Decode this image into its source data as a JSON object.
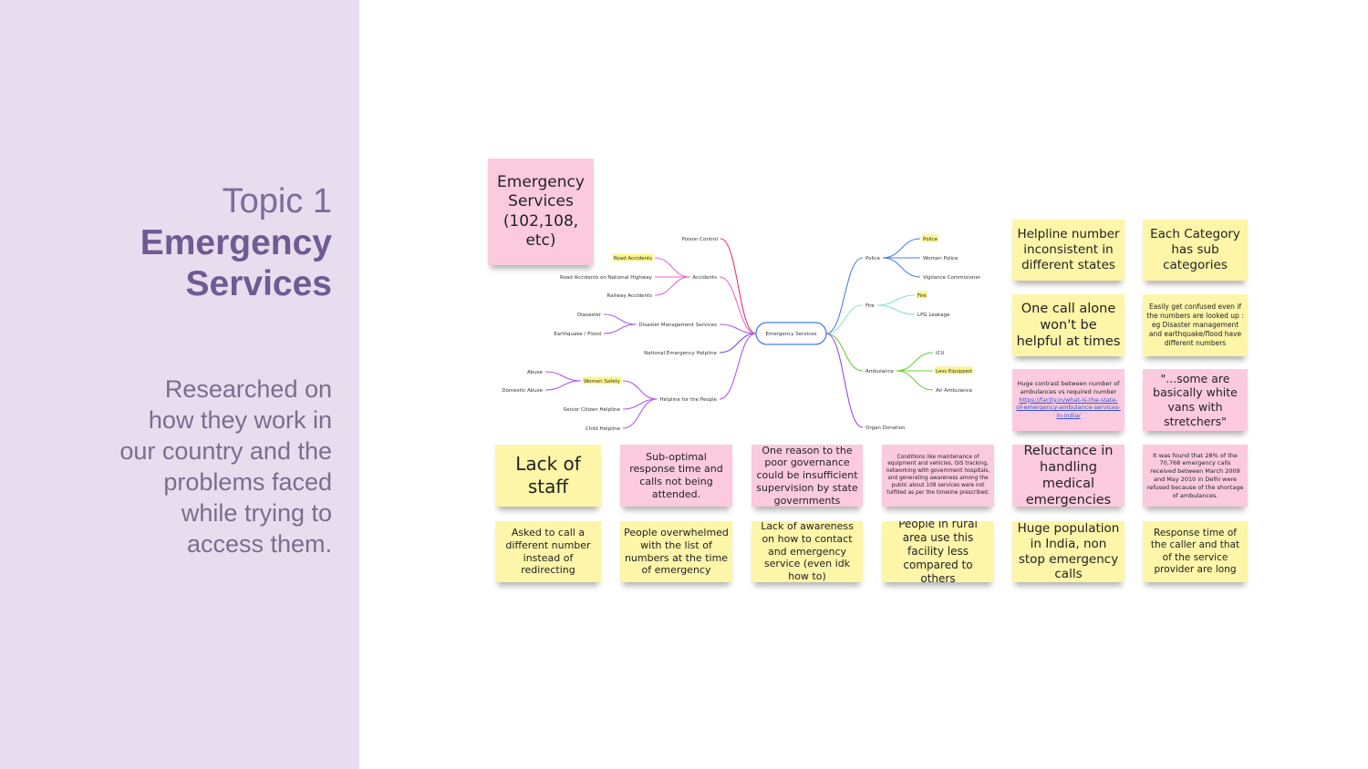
{
  "slide": {
    "topic": "Topic 1",
    "title": "Emergency Services",
    "description": "Researched on how they work in our country and the problems faced while trying to access them."
  },
  "header_note": "Emergency Services (102,108, etc)",
  "mindmap": {
    "center": "Emergency Services",
    "nodes": [
      {
        "label": "Poison Control"
      },
      {
        "label": "Accidents"
      },
      {
        "label": "Road Accidents",
        "highlight": true
      },
      {
        "label": "Road Accidents on National Highway"
      },
      {
        "label": "Railway Accidents"
      },
      {
        "label": "Disaster Management Services"
      },
      {
        "label": "Diasaster"
      },
      {
        "label": "Earthquake / Flood"
      },
      {
        "label": "National Emergency Helpline"
      },
      {
        "label": "Helpline for the People"
      },
      {
        "label": "Women Safety",
        "highlight": true
      },
      {
        "label": "Abuse"
      },
      {
        "label": "Domestic Abuse"
      },
      {
        "label": "Senior Citizen Helpline"
      },
      {
        "label": "Child Helpline"
      },
      {
        "label": "Police"
      },
      {
        "label": "Police",
        "highlight": true
      },
      {
        "label": "Women Police"
      },
      {
        "label": "Vigilance Commisioner"
      },
      {
        "label": "Fire"
      },
      {
        "label": "Fire",
        "highlight": true
      },
      {
        "label": "LPG Leakage"
      },
      {
        "label": "Ambulance"
      },
      {
        "label": "ICU"
      },
      {
        "label": "Less Equipped",
        "highlight": true
      },
      {
        "label": "Air Ambulance"
      },
      {
        "label": "Organ Donation"
      }
    ],
    "colors": {
      "poison": "#e8346e",
      "accidents": "#e56ad8",
      "disaster": "#b25ee6",
      "national": "#7443e0",
      "helpline": "#b457ea",
      "police": "#4a7ee8",
      "fire": "#84e3d3",
      "ambulance": "#6fcf3c",
      "organ": "#9a4de0",
      "highlight": "#fbf68a"
    }
  },
  "notes": {
    "r1": [
      "Lack of staff",
      "Sub-optimal response time and calls not being attended.",
      "One reason to the poor governance could be insufficient supervision by state governments",
      "Conditions like maintenance of equipment and vehicles, GIS tracking, networking with government hospitals, and generating awareness among the public about 108 services were not fulfilled as per the timeline prescribed.",
      "Reluctance in handling medical emergencies",
      "It was found that 28% of the 70,768 emergency calls received between March 2009 and May 2010 in Delhi were refused because of the shortage of ambulances."
    ],
    "r2": [
      "Asked to call a different number instead of redirecting",
      "People overwhelmed with the list of numbers at the time of emergency",
      "Lack of awareness on how to contact and emergency service (even idk how to)",
      "People in rural area use this facility less compared to others",
      "Huge population in India, non stop emergency calls",
      "Response time of the caller and that of the service provider are long"
    ],
    "right": [
      "Helpline number inconsistent in different states",
      "Each Category has sub categories",
      "One call alone won't be helpful at times",
      "Easily get confused even if the numbers are looked up : eg Disaster management and earthquake/flood have different numbers",
      "Huge contrast between number of ambulances vs required number",
      "...some are basically white vans with stretchers\""
    ],
    "link": "https://factly.in/what-is-the-state-of-emergency-ambulance-services-in-india/"
  }
}
